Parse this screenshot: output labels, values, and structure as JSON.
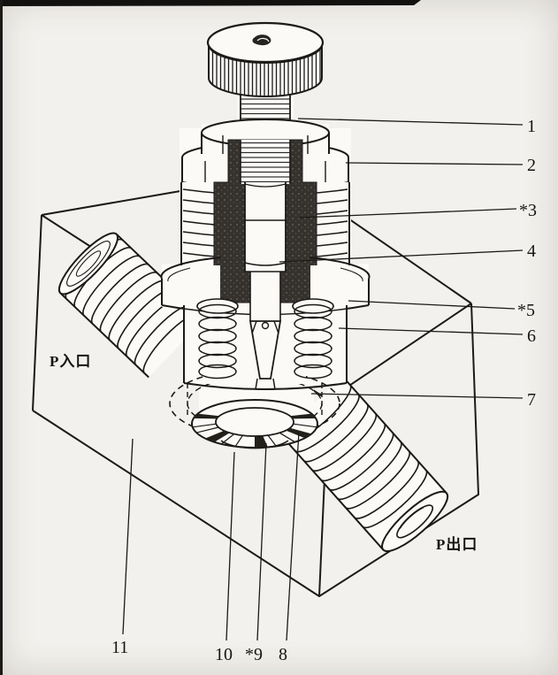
{
  "figure": {
    "type": "technical-cutaway-diagram",
    "subject": "pressure control valve mounted in manifold block",
    "ports": {
      "inlet": "P入口",
      "outlet": "P出口"
    },
    "callouts_right": [
      {
        "label": "1"
      },
      {
        "label": "2"
      },
      {
        "label": "*3"
      },
      {
        "label": "4"
      },
      {
        "label": "*5"
      },
      {
        "label": "6"
      },
      {
        "label": "7"
      }
    ],
    "callouts_bottom": [
      {
        "label": "11"
      },
      {
        "label": "10"
      },
      {
        "label": "*9"
      },
      {
        "label": "8"
      }
    ],
    "colors": {
      "ink": "#1c1a18",
      "paper": "#f3f1ed",
      "part_fill": "#fbfaf7",
      "cut_fill": "#35322e"
    }
  }
}
